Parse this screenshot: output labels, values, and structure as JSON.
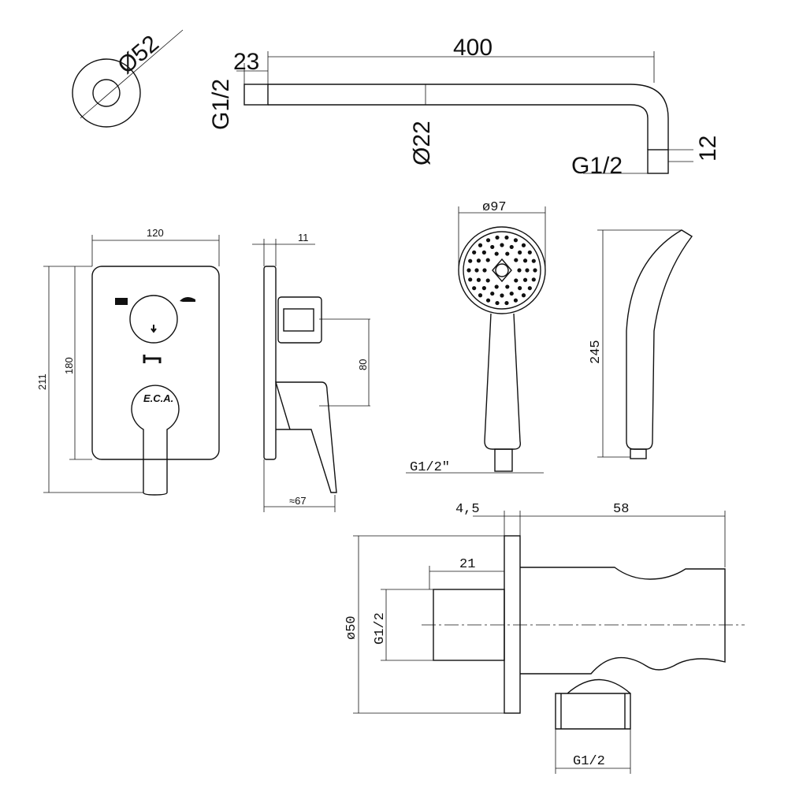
{
  "flange": {
    "diameter": "Ø52"
  },
  "shower_arm": {
    "length": "400",
    "thread_len": "23",
    "thread_left": "G1/2",
    "pipe_dia": "Ø22",
    "thread_right": "G1/2",
    "thread_right_len": "12"
  },
  "mixer_front": {
    "width": "120",
    "inner_height": "180",
    "total_height": "211",
    "logo": "E.C.A."
  },
  "mixer_side": {
    "depth": "11",
    "offset": "80",
    "projection": "≈67"
  },
  "hand_shower": {
    "head_dia": "ø97",
    "thread": "G1/2\"",
    "length": "245"
  },
  "wall_elbow": {
    "plate": "4,5",
    "length": "58",
    "thread_len": "21",
    "plate_dia": "ø50",
    "thread_in": "G1/2",
    "thread_out": "G1/2"
  }
}
